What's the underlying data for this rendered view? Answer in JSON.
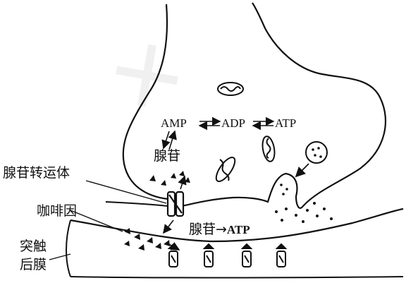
{
  "labels": {
    "amp": "AMP",
    "adp": "ADP",
    "atp": "ATP",
    "adenosine": "腺苷",
    "adenosine_transporter": "腺苷转运体",
    "caffeine": "咖啡因",
    "postsynaptic_membrane_line1": "突触",
    "postsynaptic_membrane_line2": "后膜",
    "adenosine_to_atp_part1": "腺苷→",
    "adenosine_to_atp_part2": "ATP"
  },
  "colors": {
    "stroke": "#111111",
    "background": "#ffffff"
  }
}
